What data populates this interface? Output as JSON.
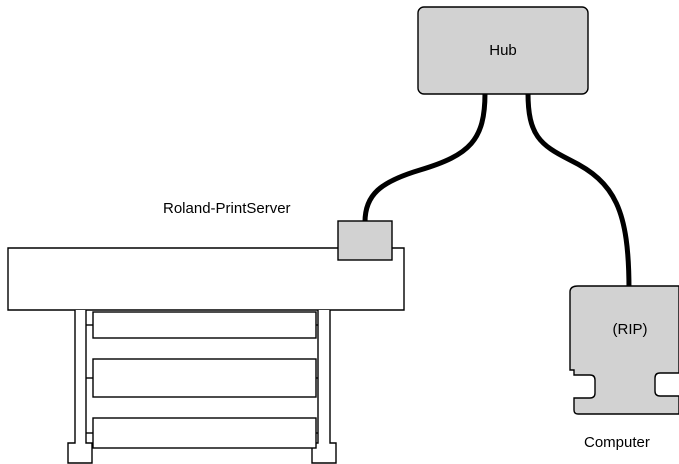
{
  "colors": {
    "device_fill": "#d2d2d2",
    "outline": "#000000",
    "cable": "#000000",
    "background": "#ffffff"
  },
  "hub": {
    "label": "Hub"
  },
  "print_server": {
    "label": "Roland-PrintServer"
  },
  "computer": {
    "screen_label": "(RIP)",
    "caption": "Computer"
  }
}
